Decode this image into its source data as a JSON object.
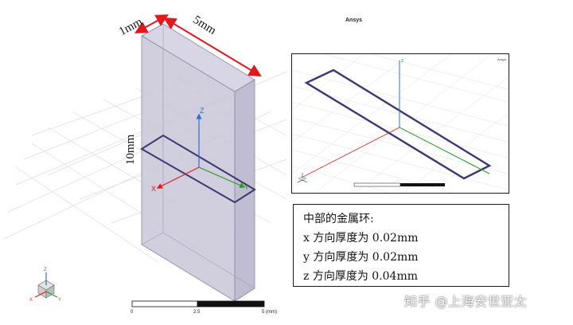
{
  "brand": "Ansys",
  "inset_brand": "Ansys",
  "dimensions": {
    "depth": "1mm",
    "width": "5mm",
    "height": "10mm"
  },
  "axes": {
    "x": "X",
    "y": "Y",
    "z": "Z"
  },
  "scale_bar": {
    "ticks": [
      "0",
      "2.5",
      "5 (mm)"
    ]
  },
  "info_box": {
    "title": "中部的金属环:",
    "lines": [
      "x 方向厚度为 0.02mm",
      "y 方向厚度为 0.02mm",
      "z 方向厚度为 0.04mm"
    ]
  },
  "watermark": "知乎 @上海安世亚太",
  "colors": {
    "dimension_arrow": "#e0191f",
    "ring": "#3a3870",
    "box_fill": "#c9c6d8",
    "z_axis": "#2b6fd6",
    "x_axis": "#d42020",
    "y_axis": "#2a9a2a",
    "grid": "#d9d9d9"
  }
}
